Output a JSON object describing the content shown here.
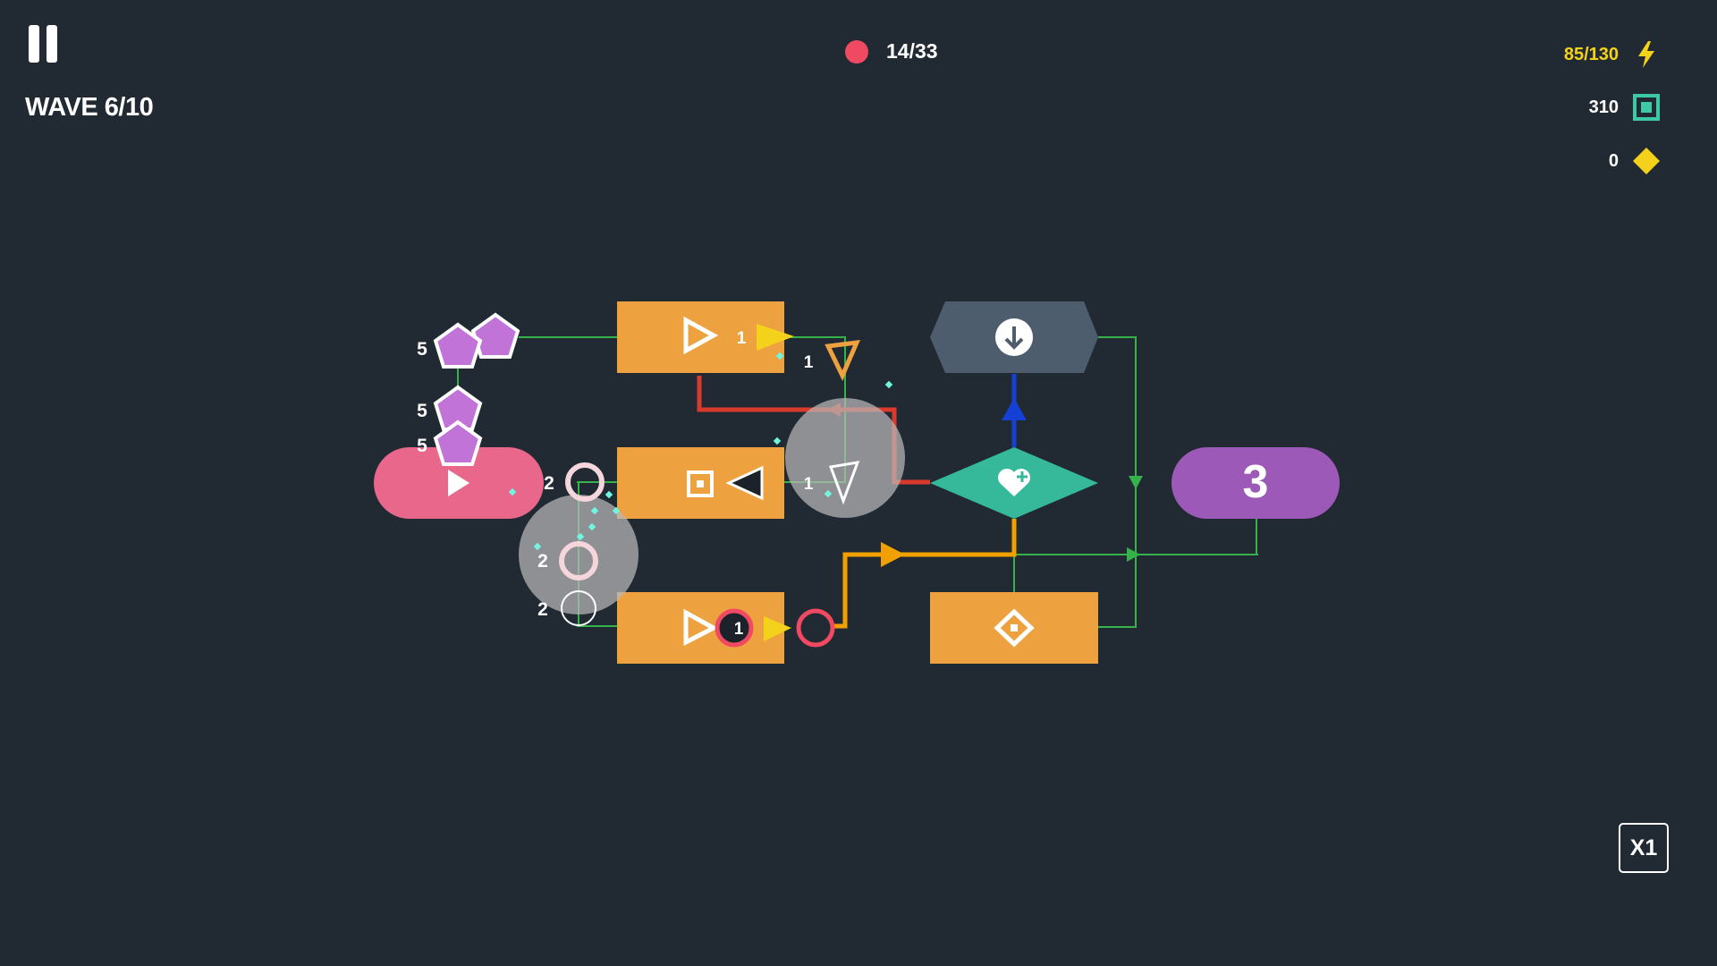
{
  "hud": {
    "wave_label": "WAVE 6/10",
    "enemies": "14/33",
    "energy": "85/130",
    "blocks": "310",
    "gems": "0",
    "speed": "X1"
  },
  "board": {
    "base_health": "3",
    "spawn_queue_counts": [
      "5",
      "5",
      "5"
    ],
    "enemy_hp_labels": [
      "1",
      "1",
      "1",
      "2",
      "2",
      "2",
      "1"
    ]
  },
  "icons": {
    "pause": "pause-icon",
    "energy": "lightning-icon",
    "blocks": "square-block-icon",
    "gems": "diamond-gem-icon",
    "spawn": "play-icon",
    "heal": "heart-plus-icon",
    "download": "arrow-down-icon"
  },
  "colors": {
    "background": "#212a33",
    "tower": "#eda13f",
    "spawn": "#e9678b",
    "base": "#9c59b8",
    "heal": "#36b99a",
    "collector": "#4e5d6e",
    "path_green": "#36b24a",
    "path_red": "#d93a2b",
    "path_blue": "#1540d6",
    "path_orange": "#f0a000",
    "enemy_purple": "#c173d8",
    "enemy_red": "#f04a63",
    "energy_yellow": "#f4d21c",
    "block_teal": "#3dc9a5"
  }
}
